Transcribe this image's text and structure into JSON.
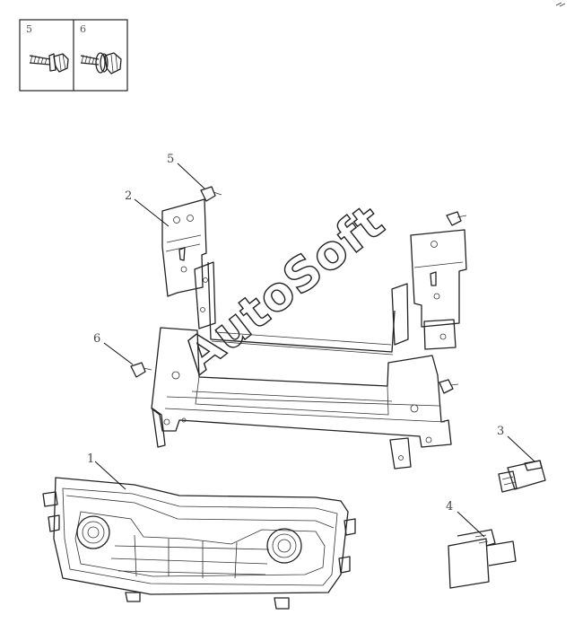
{
  "watermark": "AutoSoft",
  "inset": {
    "items": [
      {
        "label": "5",
        "icon": "flange-bolt-icon"
      },
      {
        "label": "6",
        "icon": "bolt-with-washer-icon"
      }
    ]
  },
  "callouts": [
    {
      "label": "1",
      "part": "ac-control-panel"
    },
    {
      "label": "2",
      "part": "mounting-bracket"
    },
    {
      "label": "3",
      "part": "connector"
    },
    {
      "label": "4",
      "part": "switch"
    },
    {
      "label": "5",
      "part": "bolt"
    },
    {
      "label": "6",
      "part": "bolt"
    }
  ]
}
